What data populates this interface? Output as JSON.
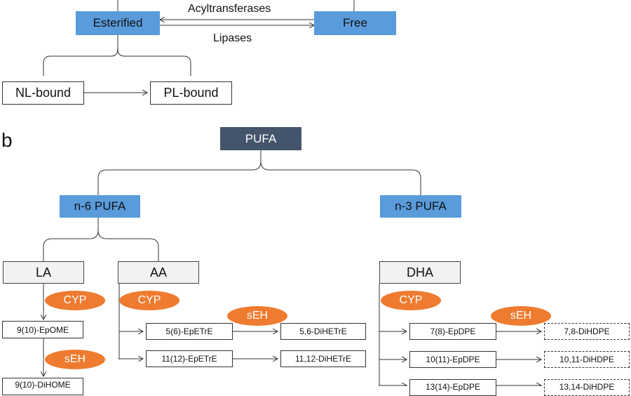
{
  "panel_a": {
    "esterified": "Esterified",
    "free": "Free",
    "acyltransferases": "Acyltransferases",
    "lipases": "Lipases",
    "nl_bound": "NL-bound",
    "pl_bound": "PL-bound"
  },
  "panel_b": {
    "letter": "b",
    "pufa": "PUFA",
    "n6": "n-6 PUFA",
    "n3": "n-3 PUFA",
    "la": "LA",
    "aa": "AA",
    "dha": "DHA",
    "cyp": "CYP",
    "seh": "sEH",
    "la_epoxide": "9(10)-EpOME",
    "la_diol": "9(10)-DiHOME",
    "aa_epoxides": [
      "5(6)-EpETrE",
      "11(12)-EpETrE"
    ],
    "aa_diols": [
      "5,6-DiHETrE",
      "11,12-DiHETrE"
    ],
    "dha_epoxides": [
      "7(8)-EpDPE",
      "10(11)-EpDPE",
      "13(14)-EpDPE"
    ],
    "dha_diols": [
      "7,8-DiHDPE",
      "10,11-DiHDPE",
      "13,14-DiHDPE"
    ]
  },
  "colors": {
    "category": "#5a9bdc",
    "root": "#44546a",
    "enzyme": "#ee7b30",
    "node_fill": "#f2f2f2"
  }
}
